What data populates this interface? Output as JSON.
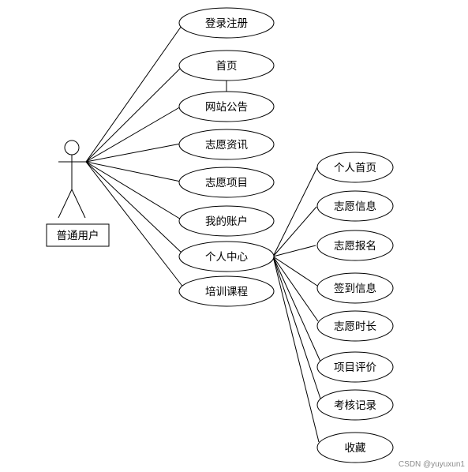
{
  "actor": {
    "label": "普通用户"
  },
  "use_cases": [
    {
      "label": "登录注册"
    },
    {
      "label": "首页"
    },
    {
      "label": "网站公告"
    },
    {
      "label": "志愿资讯"
    },
    {
      "label": "志愿项目"
    },
    {
      "label": "我的账户"
    },
    {
      "label": "个人中心"
    },
    {
      "label": "培训课程"
    }
  ],
  "sub_use_cases": [
    {
      "label": "个人首页"
    },
    {
      "label": "志愿信息"
    },
    {
      "label": "志愿报名"
    },
    {
      "label": "签到信息"
    },
    {
      "label": "志愿时长"
    },
    {
      "label": "项目评价"
    },
    {
      "label": "考核记录"
    },
    {
      "label": "收藏"
    }
  ],
  "watermark": "CSDN @yuyuxun1"
}
